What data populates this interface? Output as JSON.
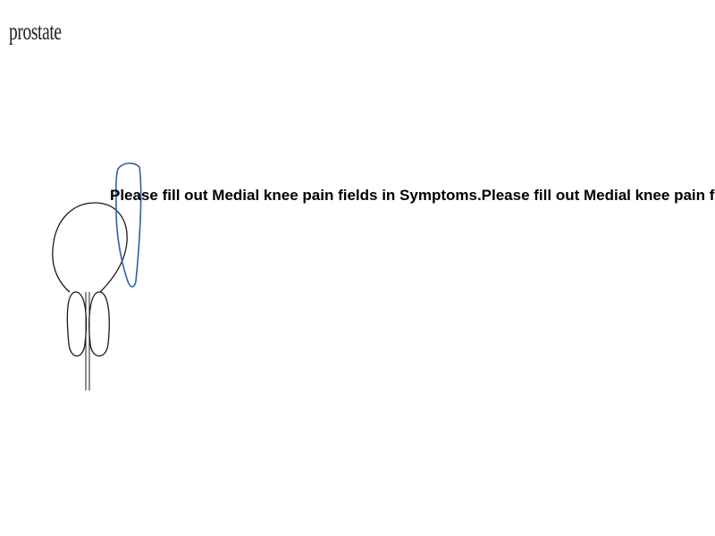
{
  "title": "prostate",
  "drawing": {
    "icon": "prostate-anatomy-diagram",
    "outline_color": "#1a1a1a",
    "highlight_color": "#2f5fa8"
  },
  "warning": {
    "text": "Please fill out Medial knee pain fields in Symptoms.Please fill out Medial knee pain fields in Symptoms."
  }
}
